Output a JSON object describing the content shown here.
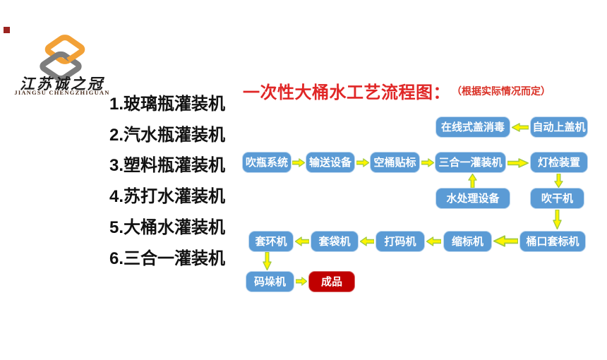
{
  "logo": {
    "company_name_cn": "江苏诚之冠",
    "company_name_en": "JIANGSU CHENGZHIGUAN"
  },
  "product_list": {
    "items": [
      "1.玻璃瓶灌装机",
      "2.汽水瓶灌装机",
      "3.塑料瓶灌装机",
      "4.苏打水灌装机",
      "5.大桶水灌装机",
      "6.三合一灌装机"
    ]
  },
  "flowchart": {
    "title": "一次性大桶水工艺流程图：",
    "title_note": "（根据实际情况而定）",
    "nodes": [
      {
        "id": "online-cap-sterilizer",
        "label": "在线式盖消毒"
      },
      {
        "id": "auto-capper",
        "label": "自动上盖机"
      },
      {
        "id": "blow-bottle-system",
        "label": "吹瓶系统"
      },
      {
        "id": "conveyor-equipment",
        "label": "输送设备"
      },
      {
        "id": "empty-barrel-labeling",
        "label": "空桶贴标"
      },
      {
        "id": "three-in-one-filler",
        "label": "三合一灌装机"
      },
      {
        "id": "light-inspection",
        "label": "灯检装置"
      },
      {
        "id": "water-treatment",
        "label": "水处理设备"
      },
      {
        "id": "blow-dryer",
        "label": "吹干机"
      },
      {
        "id": "ring-machine",
        "label": "套环机"
      },
      {
        "id": "bagging-machine",
        "label": "套袋机"
      },
      {
        "id": "coding-machine",
        "label": "打码机"
      },
      {
        "id": "shrink-label-machine",
        "label": "缩标机"
      },
      {
        "id": "barrel-mouth-labeler",
        "label": "桶口套标机"
      },
      {
        "id": "palletizer",
        "label": "码垛机"
      },
      {
        "id": "finished-product",
        "label": "成品"
      }
    ],
    "connections": [
      {
        "from": "自动上盖机",
        "to": "在线式盖消毒"
      },
      {
        "from": "吹瓶系统",
        "to": "输送设备"
      },
      {
        "from": "输送设备",
        "to": "空桶贴标"
      },
      {
        "from": "空桶贴标",
        "to": "三合一灌装机"
      },
      {
        "from": "三合一灌装机",
        "to": "灯检装置"
      },
      {
        "from": "水处理设备",
        "to": "三合一灌装机"
      },
      {
        "from": "灯检装置",
        "to": "吹干机"
      },
      {
        "from": "吹干机",
        "to": "桶口套标机"
      },
      {
        "from": "桶口套标机",
        "to": "缩标机"
      },
      {
        "from": "缩标机",
        "to": "打码机"
      },
      {
        "from": "打码机",
        "to": "套袋机"
      },
      {
        "from": "套袋机",
        "to": "套环机"
      },
      {
        "from": "套环机",
        "to": "码垛机"
      },
      {
        "from": "码垛机",
        "to": "成品"
      }
    ],
    "colors": {
      "node_blue": "#5B9BD5",
      "node_red": "#C00000",
      "arrow_fill": "#FCF500",
      "arrow_stroke": "#A2C93F",
      "title_red": "#E02626",
      "logo_orange": "#F2A137",
      "logo_gray": "#7D7D7D"
    }
  }
}
